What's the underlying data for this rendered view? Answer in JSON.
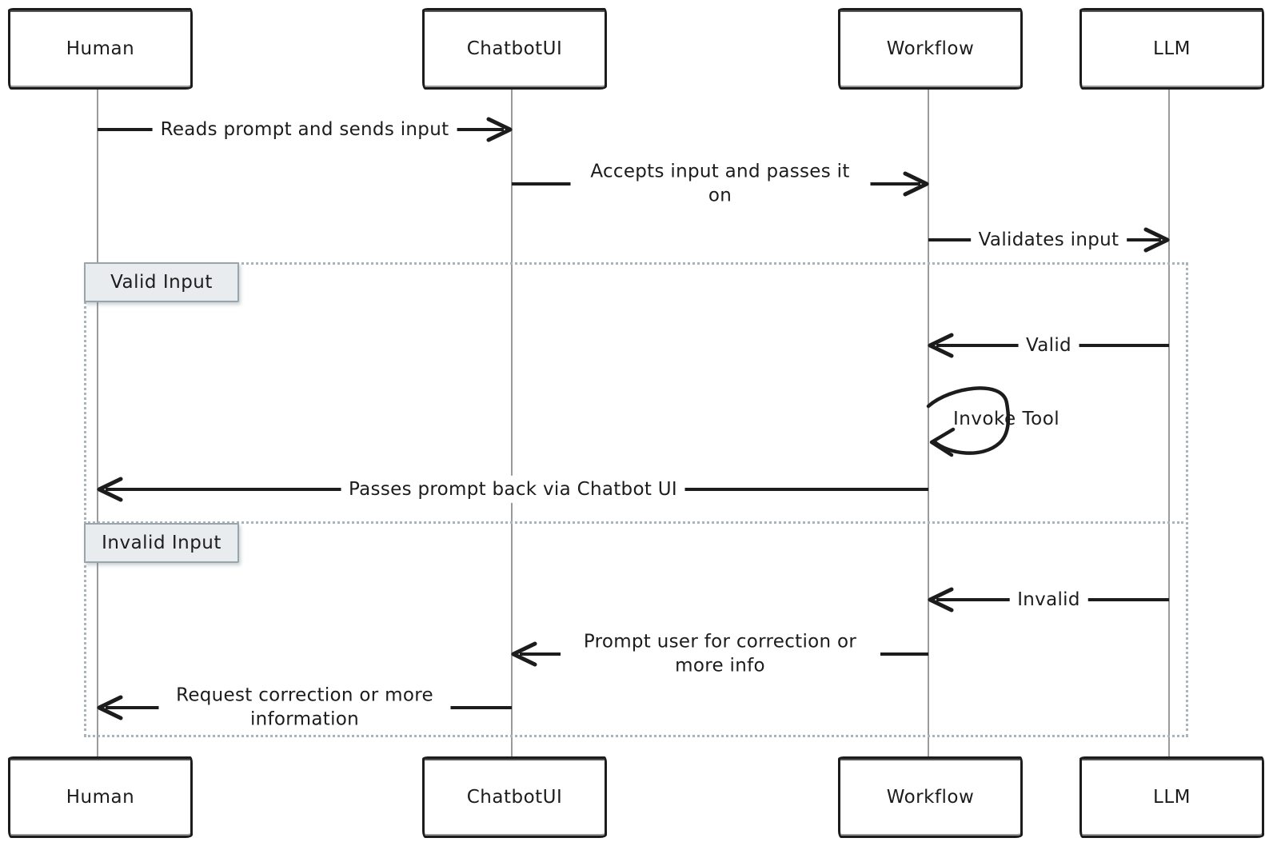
{
  "actors": [
    {
      "name": "Human"
    },
    {
      "name": "ChatbotUI"
    },
    {
      "name": "Workflow"
    },
    {
      "name": "LLM"
    }
  ],
  "messages": [
    {
      "from": "Human",
      "to": "ChatbotUI",
      "text": "Reads prompt and sends input"
    },
    {
      "from": "ChatbotUI",
      "to": "Workflow",
      "text": "Accepts input and passes it on"
    },
    {
      "from": "Workflow",
      "to": "LLM",
      "text": "Validates input"
    },
    {
      "from": "LLM",
      "to": "Workflow",
      "text": "Valid"
    },
    {
      "from": "Workflow",
      "to": "Workflow",
      "text": "Invoke Tool"
    },
    {
      "from": "Workflow",
      "to": "Human",
      "text": "Passes prompt back via Chatbot UI"
    },
    {
      "from": "LLM",
      "to": "Workflow",
      "text": "Invalid"
    },
    {
      "from": "Workflow",
      "to": "ChatbotUI",
      "text": "Prompt user for correction or more info"
    },
    {
      "from": "ChatbotUI",
      "to": "Human",
      "text": "Request correction or more information"
    }
  ],
  "frames": [
    {
      "label": "Valid Input"
    },
    {
      "label": "Invalid Input"
    }
  ],
  "colors": {
    "ink": "#1c1c1c",
    "lifeline": "#9b9b9b",
    "frame_border": "#a9b4ba",
    "frame_label_bg": "#e9ecee",
    "frame_label_border": "#9aa5ab",
    "background": "#ffffff"
  }
}
